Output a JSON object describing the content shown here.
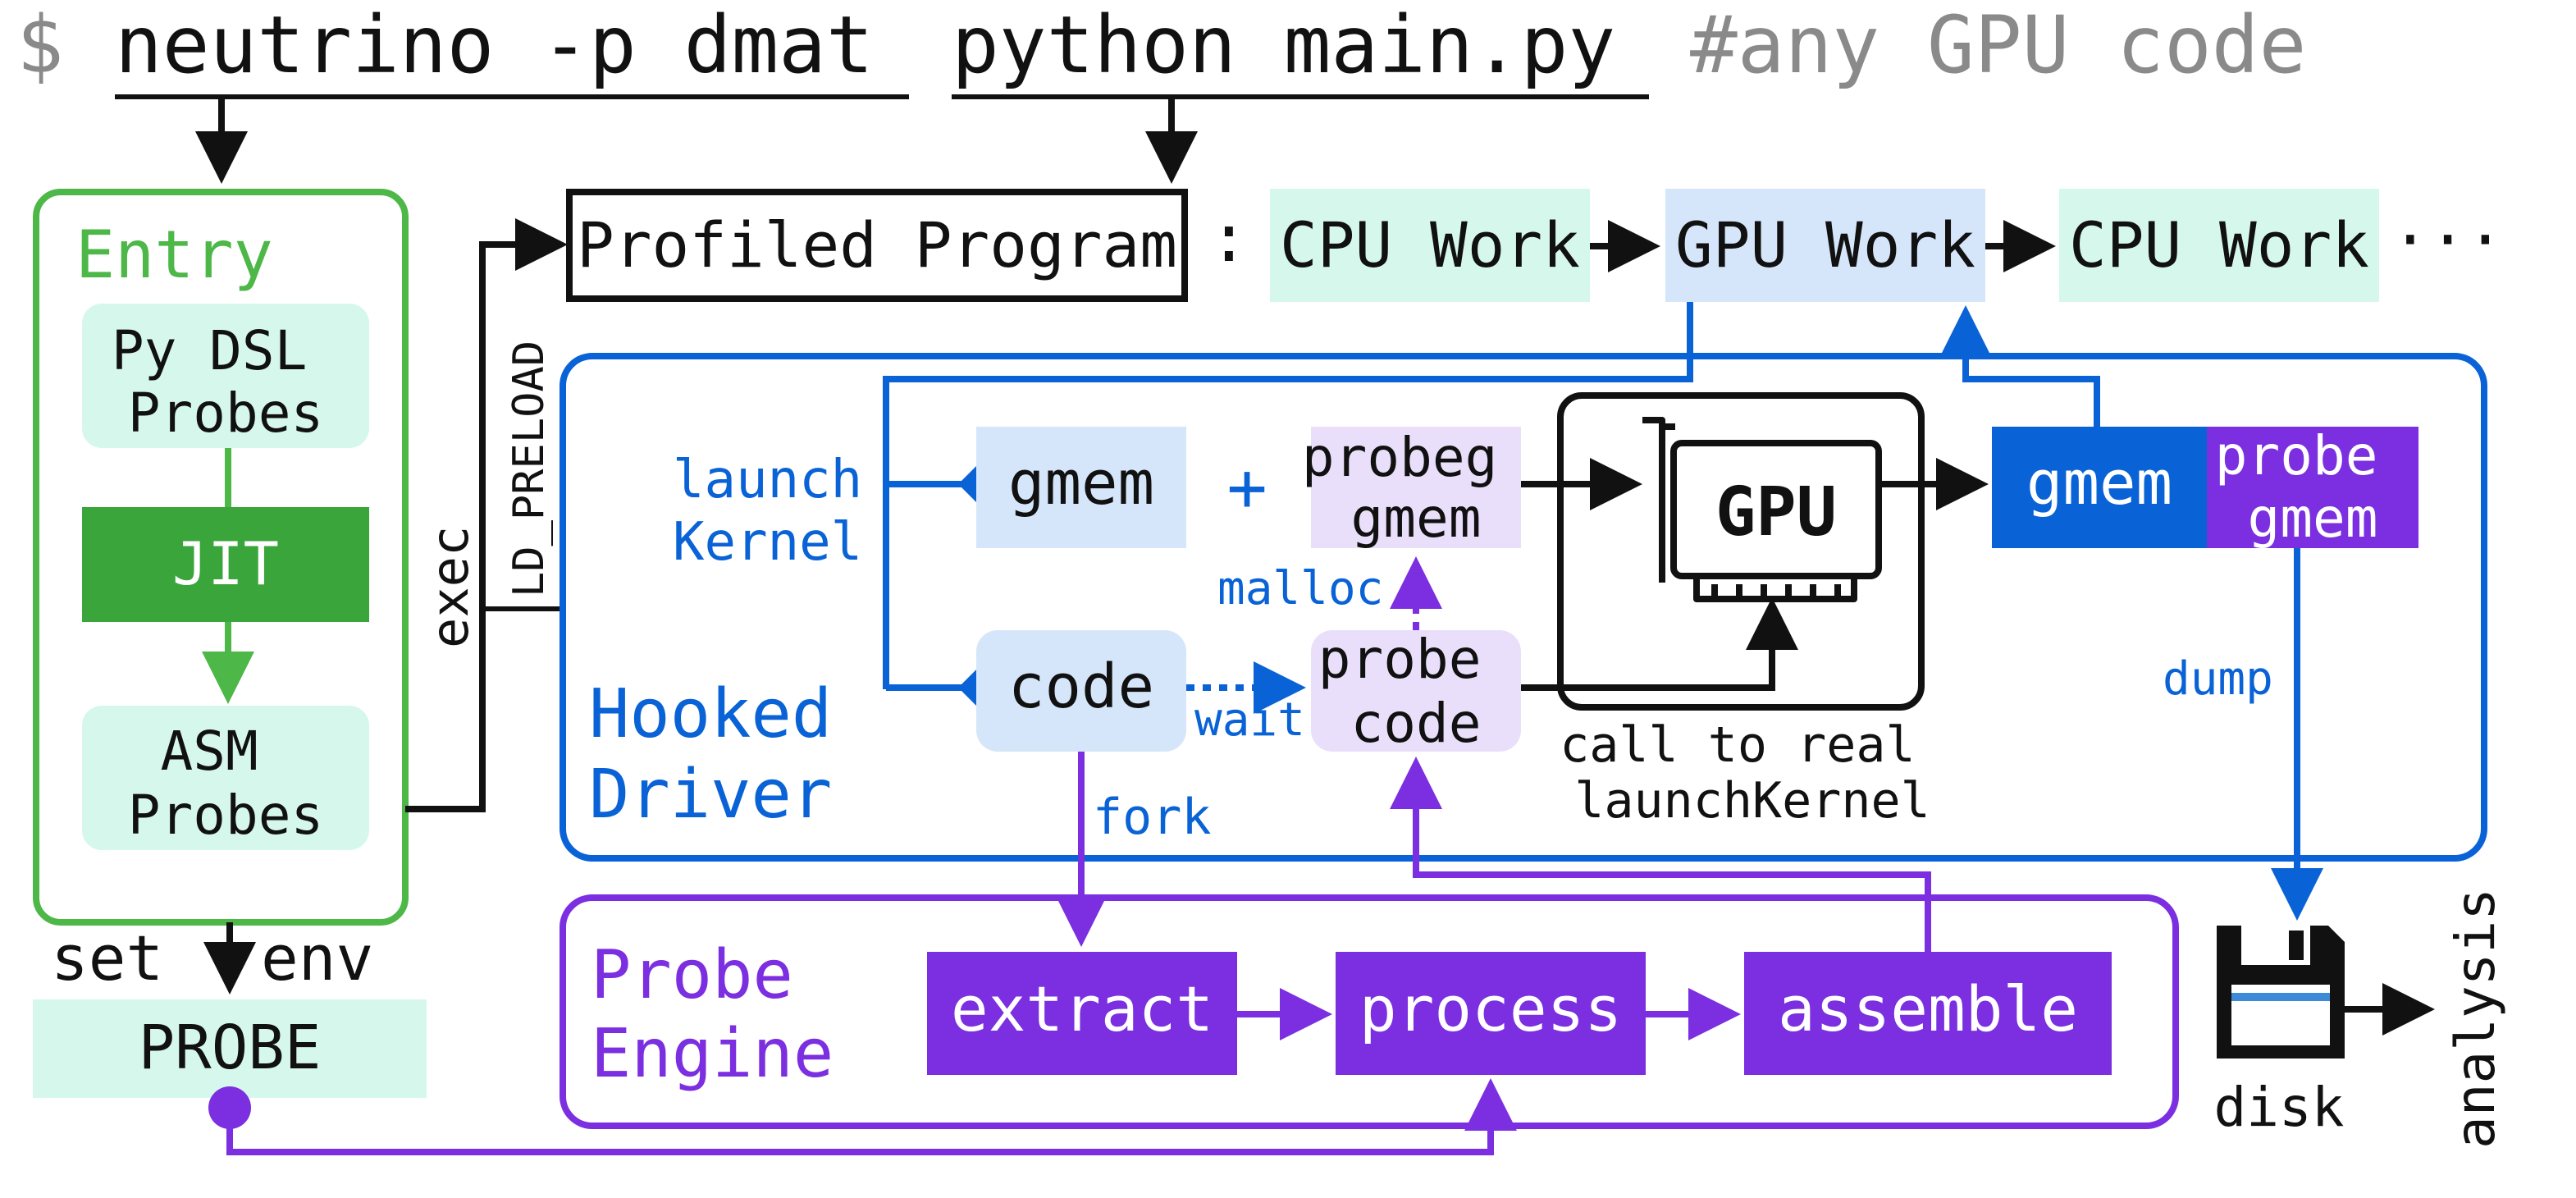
{
  "colors": {
    "black": "#111111",
    "gray": "#8a8a8a",
    "green": "#4db748",
    "green_dark": "#3aa53a",
    "mint": "#d6f8ec",
    "blue": "#0a63d6",
    "blue_light": "#d6e6fa",
    "purple": "#7b2fe0",
    "purple_light": "#eadffb",
    "white": "#ffffff"
  },
  "command": {
    "prompt": "$",
    "tool": "neutrino -p dmat",
    "program": "python main.py",
    "comment": "#any GPU code"
  },
  "entry": {
    "title": "Entry",
    "py_dsl": [
      "Py DSL",
      "Probes"
    ],
    "jit": "JIT",
    "asm": [
      "ASM",
      "Probes"
    ],
    "set": "set",
    "env": "env",
    "probe_var": "PROBE"
  },
  "exec_label": "exec",
  "ld_preload_label": "LD_PRELOAD",
  "profiled_program": "Profiled Program",
  "colon": ":",
  "timeline": {
    "cpu1": "CPU Work",
    "gpu": "GPU Work",
    "cpu2": "CPU Work",
    "ellipsis": "···"
  },
  "hooked_driver": {
    "title": [
      "Hooked",
      "Driver"
    ],
    "launch": [
      "launch",
      "Kernel"
    ],
    "gmem": "gmem",
    "plus": "+",
    "probeg_gmem": [
      "probeg",
      "gmem"
    ],
    "malloc": "malloc",
    "code": "code",
    "wait": "wait",
    "probe_code": [
      "probe",
      "code"
    ],
    "gpu_label": "GPU",
    "call_real": [
      "call to real",
      "launchKernel"
    ],
    "out_gmem": "gmem",
    "out_probe_gmem": [
      "probe",
      "gmem"
    ],
    "dump": "dump",
    "fork": "fork"
  },
  "probe_engine": {
    "title": [
      "Probe",
      "Engine"
    ],
    "extract": "extract",
    "process": "process",
    "assemble": "assemble"
  },
  "disk_label": "disk",
  "analysis_label": "analysis"
}
